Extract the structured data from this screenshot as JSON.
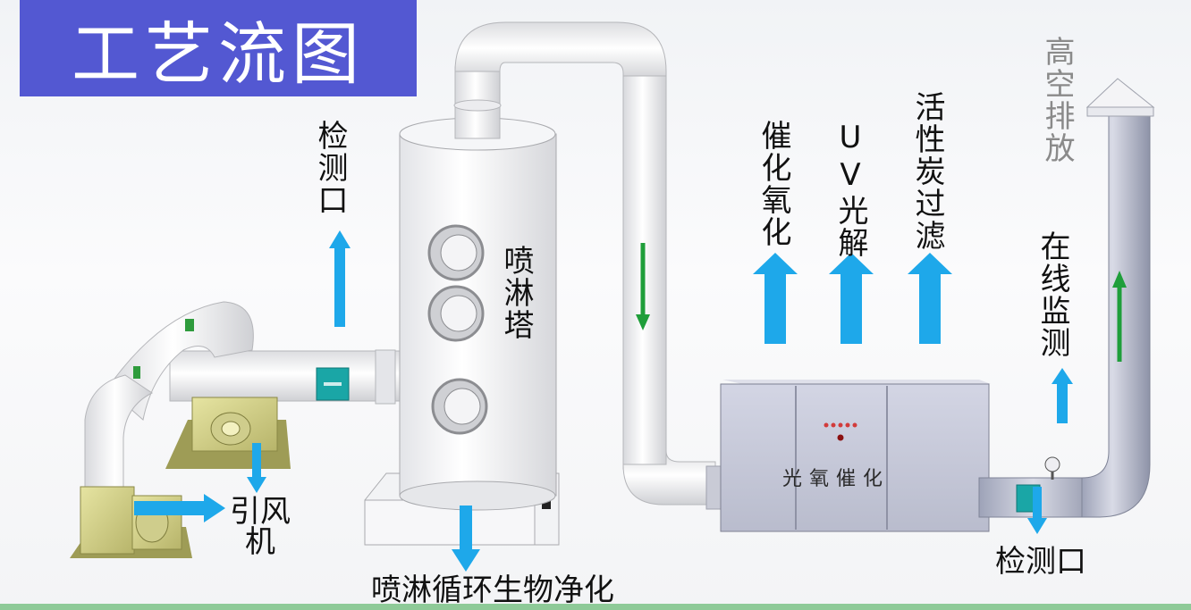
{
  "title": "工艺流图",
  "labels": {
    "inspection_port_top": "检测口",
    "spray_tower": "喷淋塔",
    "catalytic_oxidation": "催化氧化",
    "uv_photolysis": "UV光解",
    "activated_carbon": "活性炭过滤",
    "high_altitude_emission": "高空排放",
    "online_monitoring": "在线监测",
    "induced_fan": "引风机",
    "inspection_port_bottom": "检测口",
    "spray_bio": "喷淋循环生物净化",
    "unit_plate": "光氧催化"
  },
  "colors": {
    "title_bg": "#5358d2",
    "arrow_blue": "#1ea8ea",
    "arrow_green": "#1f9e3a",
    "fan_yellow": "#d8d68a",
    "unit_panel": "#c9cbdc"
  }
}
